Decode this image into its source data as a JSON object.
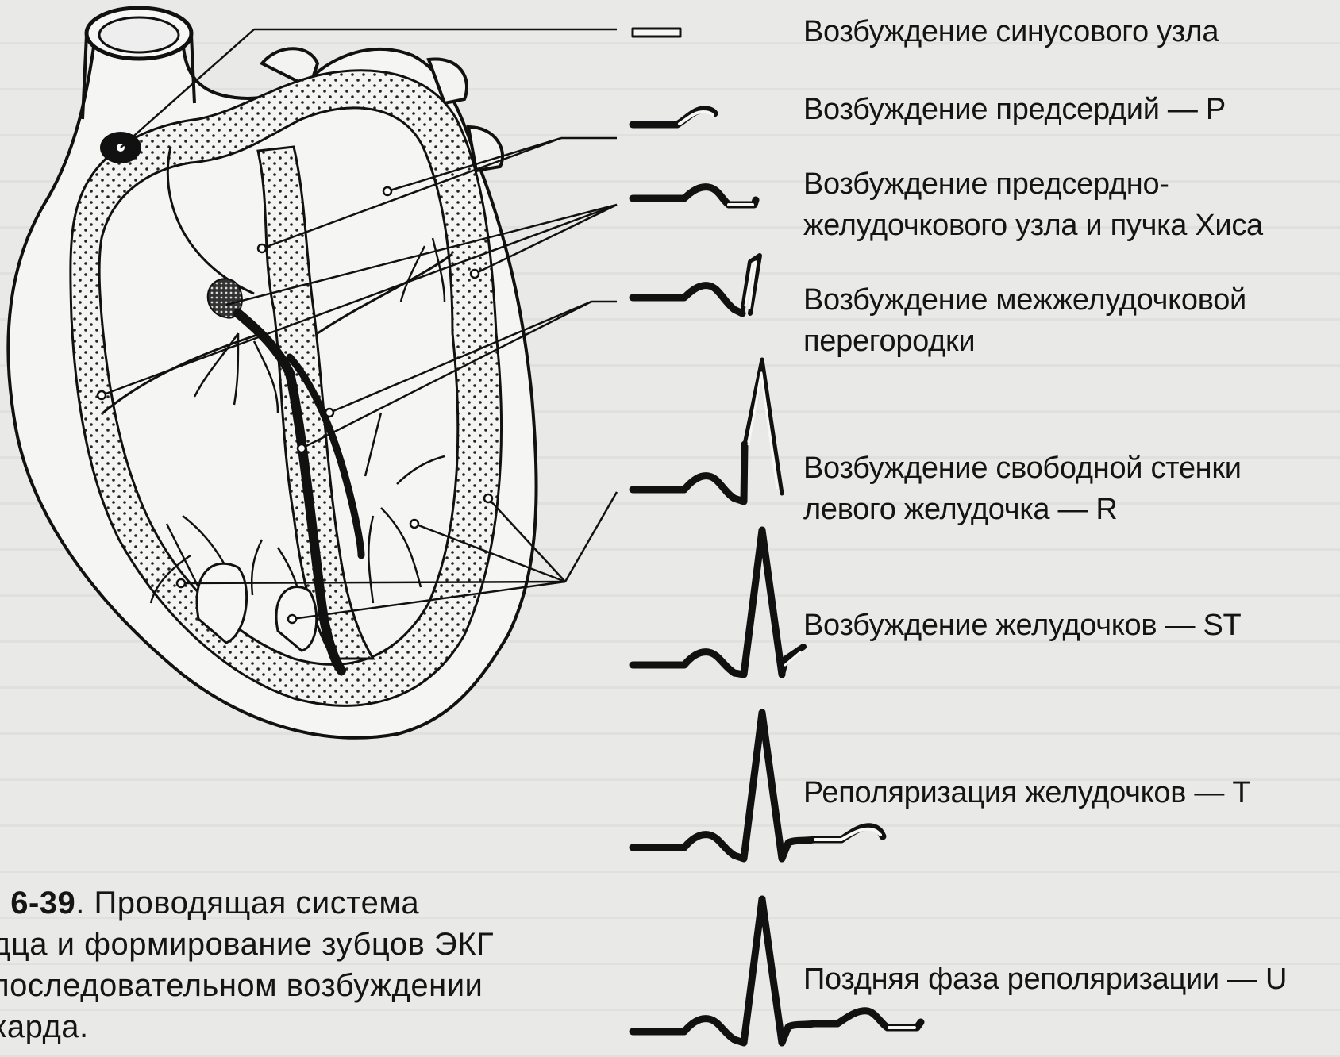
{
  "labels": [
    {
      "id": "sinus-node",
      "text": "Возбуждение синусового узла"
    },
    {
      "id": "atria",
      "text": "Возбуждение предсердий — P"
    },
    {
      "id": "av-node",
      "text": "Возбуждение предсердно-\nжелудочкового  узла и пучка Хиса"
    },
    {
      "id": "septum",
      "text": "Возбуждение межжелудочковой\nперегородки"
    },
    {
      "id": "free-wall",
      "text": "Возбуждение свободной стенки\nлевого желудочка — R"
    },
    {
      "id": "ventricles",
      "text": "Возбуждение желудочков — ST"
    },
    {
      "id": "repolarization",
      "text": "Реполяризация желудочков — T"
    },
    {
      "id": "late-repolarization",
      "text": "Поздняя фаза реполяризации — U"
    }
  ],
  "caption": {
    "figure_prefix": ". ",
    "figure_number": "6-39",
    "line1_rest": ". Проводящая система",
    "line2": "дца и формирование зубцов ЭКГ",
    "line3": "последовательном возбуждении",
    "line4": "карда."
  },
  "colors": {
    "ink": "#111111",
    "paper": "#e9e9e7"
  }
}
